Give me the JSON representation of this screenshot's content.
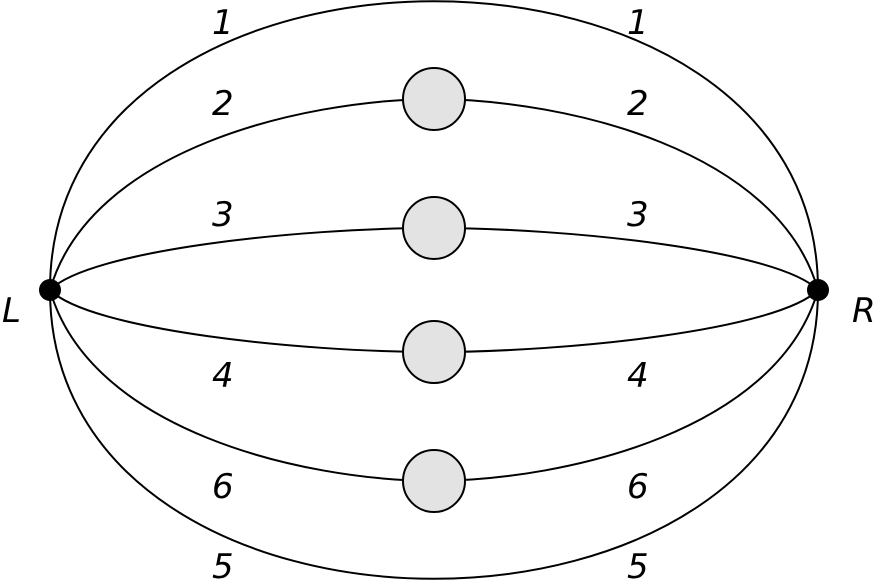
{
  "colors": {
    "background": "#ffffff",
    "stroke": "#000000",
    "vertex_fill": "#000000",
    "blob_fill": "#e3e3e3"
  },
  "vertices": {
    "left": "L",
    "right": "R"
  },
  "edges": [
    {
      "left_label": "1",
      "right_label": "1",
      "has_blob": false
    },
    {
      "left_label": "2",
      "right_label": "2",
      "has_blob": true
    },
    {
      "left_label": "3",
      "right_label": "3",
      "has_blob": true
    },
    {
      "left_label": "4",
      "right_label": "4",
      "has_blob": true
    },
    {
      "left_label": "6",
      "right_label": "6",
      "has_blob": true
    },
    {
      "left_label": "5",
      "right_label": "5",
      "has_blob": false
    }
  ]
}
